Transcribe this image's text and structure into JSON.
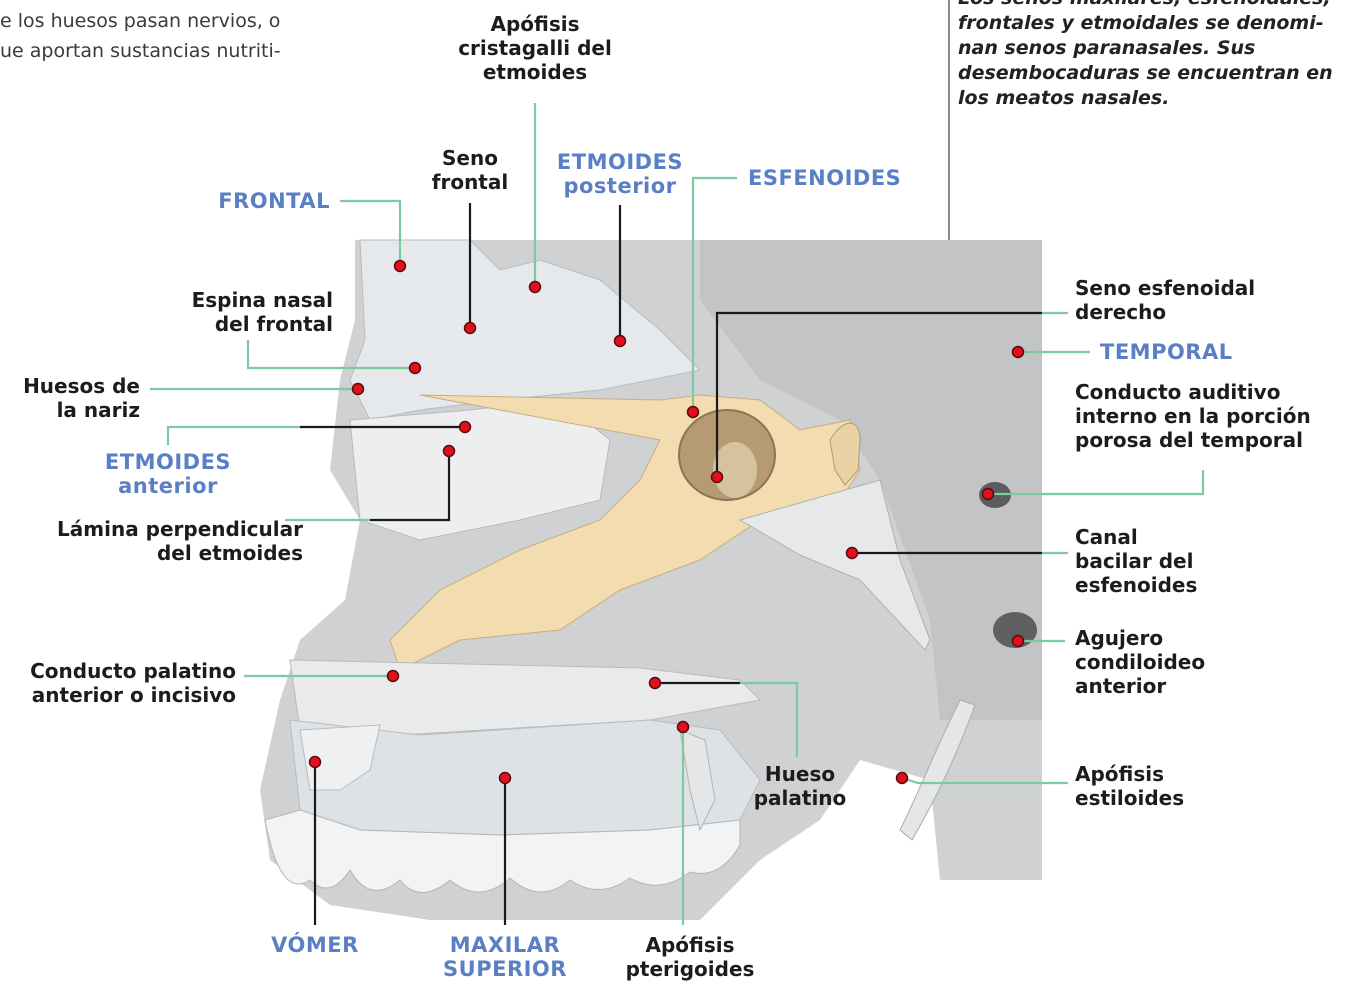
{
  "intro_lines": [
    "e los huesos pasan nervios, o",
    "ue aportan sustancias nutriti-"
  ],
  "note_lines": [
    "Los senos maxilares, esfenoidales,",
    "frontales y etmoidales se denomi-",
    "nan senos paranasales. Sus",
    "desembocaduras se encuentran en",
    "los meatos nasales."
  ],
  "labels": {
    "apofisis_cristagalli": [
      "Apófisis",
      "cristagalli del",
      "etmoides"
    ],
    "seno_frontal": [
      "Seno",
      "frontal"
    ],
    "etmoides_posterior": [
      "ETMOIDES",
      "posterior"
    ],
    "esfenoides": "ESFENOIDES",
    "frontal": "FRONTAL",
    "espina_nasal": [
      "Espina nasal",
      "del frontal"
    ],
    "huesos_nariz": [
      "Huesos de",
      "la nariz"
    ],
    "etmoides_anterior": [
      "ETMOIDES",
      "anterior"
    ],
    "lamina_perpendicular": [
      "Lámina perpendicular",
      "del etmoides"
    ],
    "conducto_palatino": [
      "Conducto palatino",
      "anterior o incisivo"
    ],
    "vomer": "VÓMER",
    "maxilar_superior": [
      "MAXILAR",
      "SUPERIOR"
    ],
    "apofisis_pterigoides": [
      "Apófisis",
      "pterigoides"
    ],
    "hueso_palatino": [
      "Hueso",
      "palatino"
    ],
    "seno_esfenoidal": [
      "Seno esfenoidal",
      "derecho"
    ],
    "temporal": "TEMPORAL",
    "conducto_auditivo": [
      "Conducto auditivo",
      "interno en la porción",
      "porosa del temporal"
    ],
    "canal_bacilar": [
      "Canal",
      "bacilar del",
      "esfenoides"
    ],
    "agujero_condiloideo": [
      "Agujero",
      "condiloideo",
      "anterior"
    ],
    "apofisis_estiloides": [
      "Apófisis",
      "estiloides"
    ]
  },
  "colors": {
    "leader_green": "#7ccba0",
    "leader_black": "#1a1a1a",
    "marker_red": "#e0101c",
    "label_blue": "#5b7fc4",
    "bone_yellow": "#f2dcb0",
    "bone_white": "#e9ecee",
    "background_gray": "#c9cbcd"
  }
}
